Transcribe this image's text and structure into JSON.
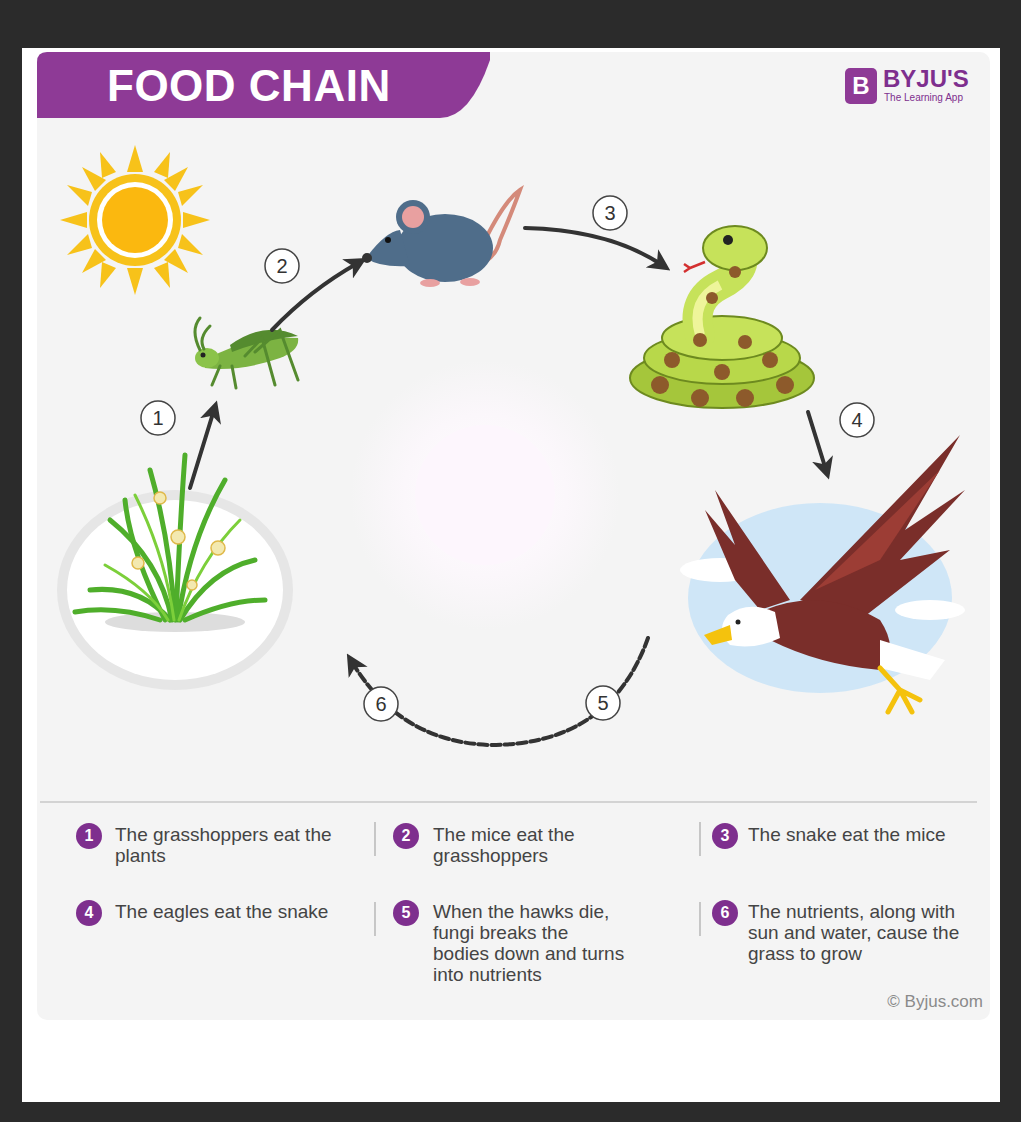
{
  "diagram": {
    "title": "FOOD CHAIN",
    "labels": [
      "B",
      "BYJU'S",
      "The Learning App",
      "1",
      "2",
      "3",
      "4",
      "5",
      "6",
      "1",
      "The grasshoppers eat the plants",
      "2",
      "The mice eat the grasshoppers",
      "3",
      "The snake eat the mice",
      "4",
      "The eagles eat the snake",
      "5",
      "When the hawks die, fungi breaks the bodies down and turns into nutrients",
      "6",
      "The nutrients, along with sun and water, cause the grass to grow",
      "© Byjus.com"
    ]
  }
}
